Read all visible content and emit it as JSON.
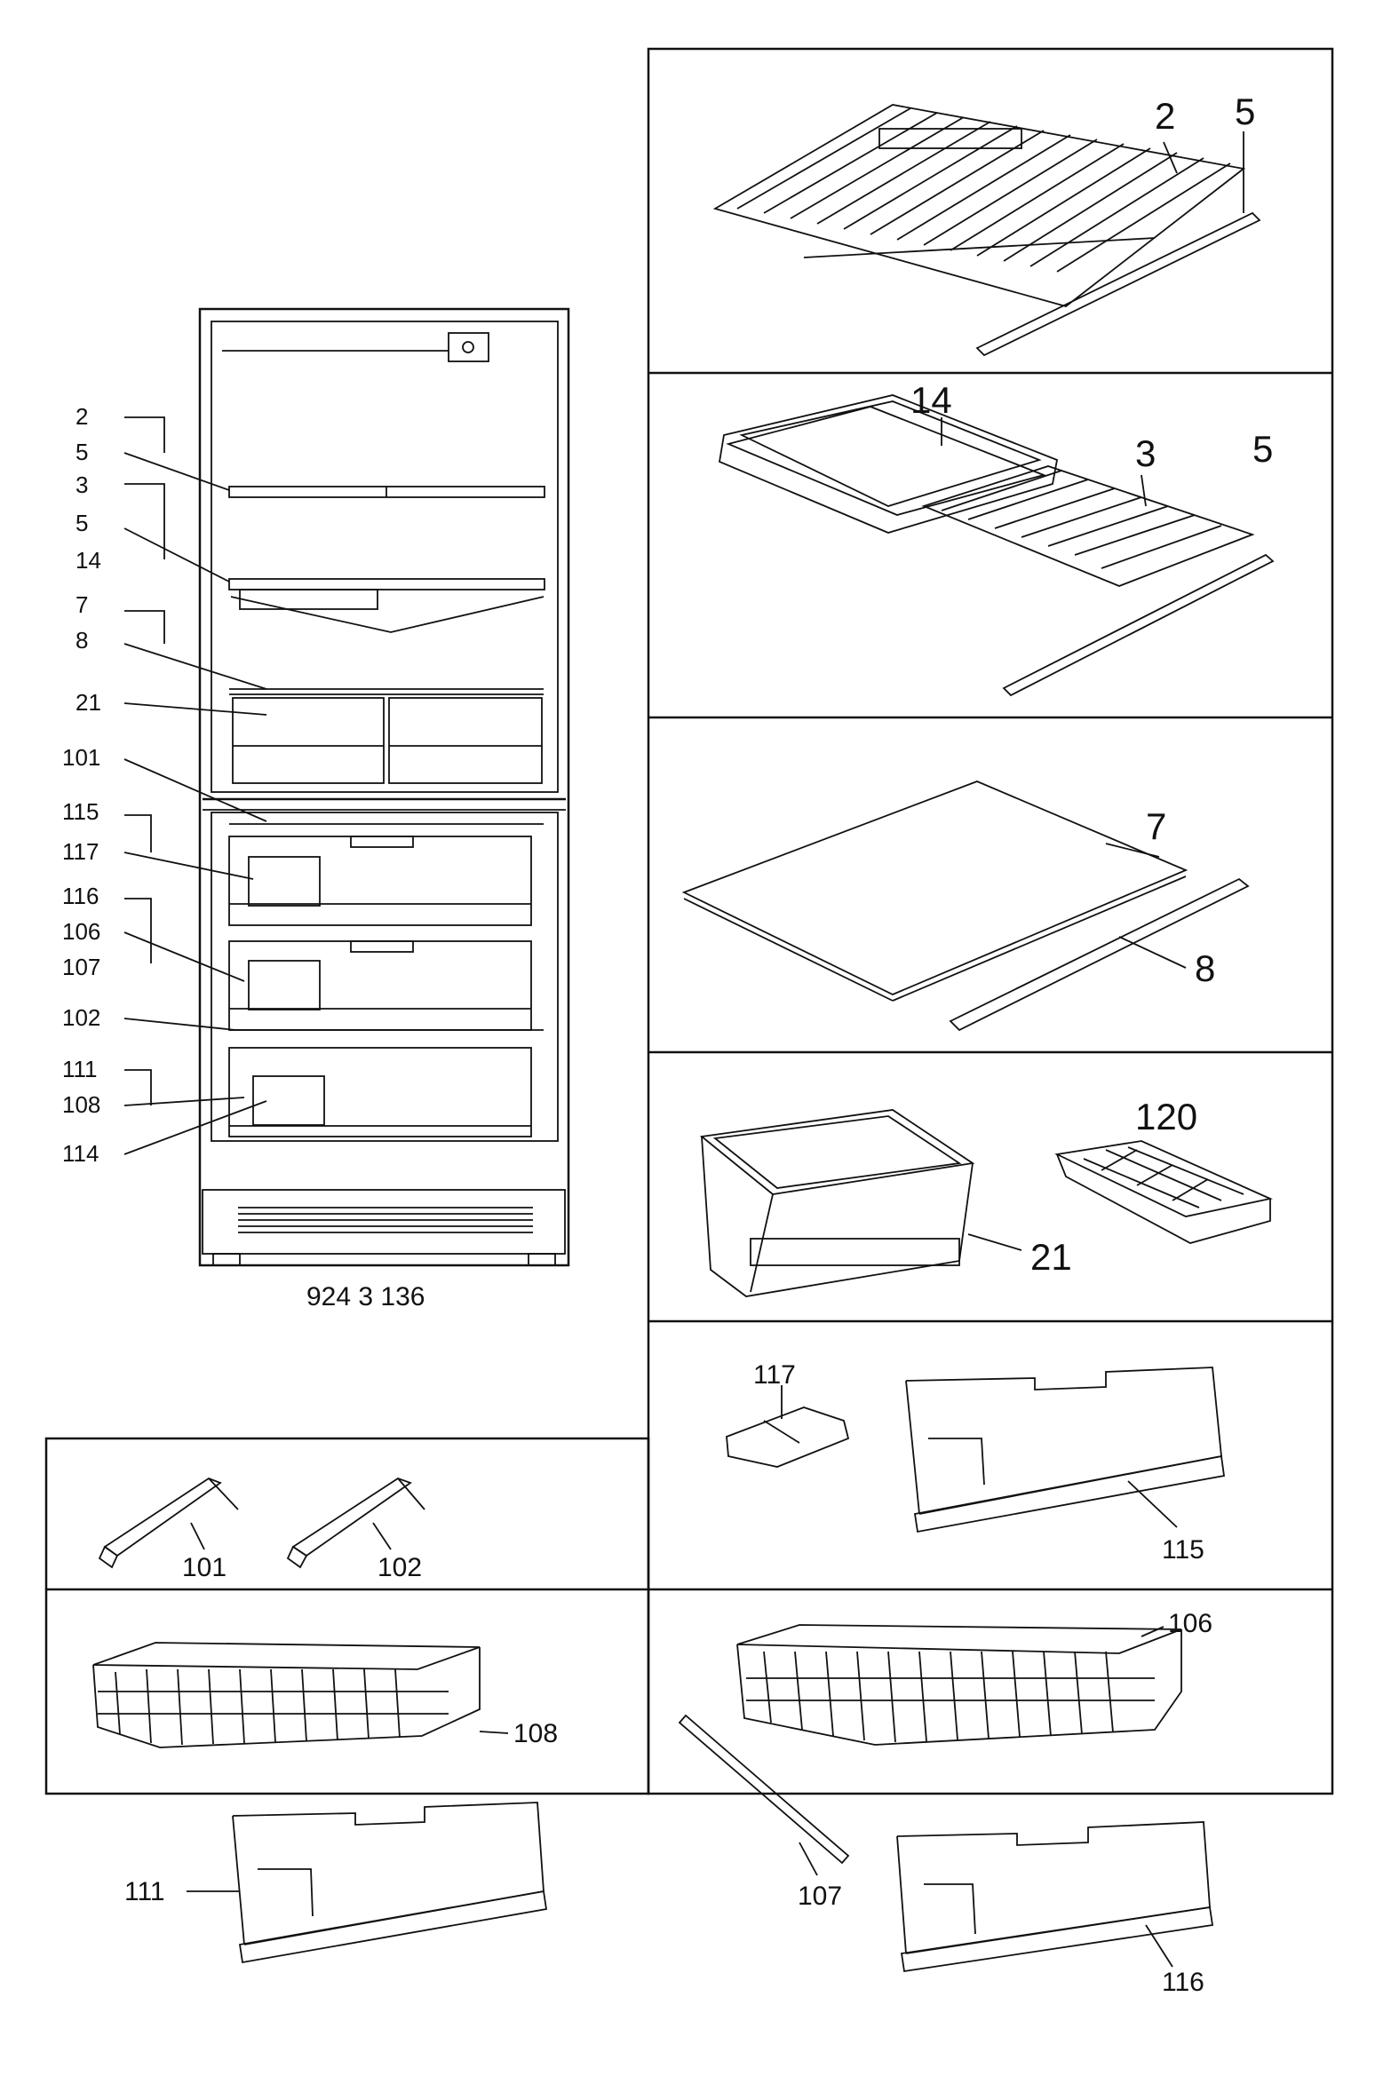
{
  "fridge": {
    "code": "924 3 136",
    "callouts": [
      "2",
      "5",
      "3",
      "5",
      "14",
      "7",
      "8",
      "21",
      "101",
      "115",
      "117",
      "116",
      "106",
      "107",
      "102",
      "111",
      "108",
      "114"
    ]
  },
  "panels": {
    "shelf_grid": {
      "labels": [
        "2",
        "5"
      ]
    },
    "shelf_tray": {
      "labels": [
        "14",
        "3",
        "5"
      ]
    },
    "glass_shelf": {
      "labels": [
        "7",
        "8"
      ]
    },
    "bin_icetray": {
      "labels": [
        "120",
        "21"
      ]
    },
    "flap_clip": {
      "labels": [
        "117",
        "115"
      ]
    },
    "rails": {
      "labels": [
        "101",
        "102"
      ]
    },
    "basket_left": {
      "labels": [
        "108",
        "111"
      ]
    },
    "basket_right": {
      "labels": [
        "106",
        "107",
        "116"
      ]
    }
  }
}
